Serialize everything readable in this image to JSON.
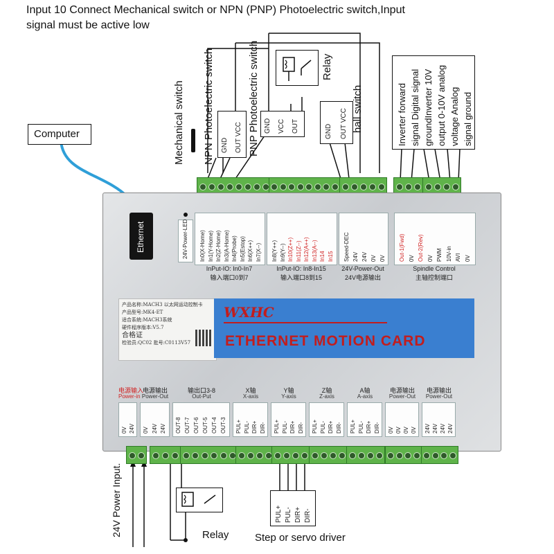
{
  "top_note": {
    "line1": "Input 10 Connect Mechanical switch or NPN (PNP) Photoelectric switch,Input",
    "line2": "signal must be active low"
  },
  "computer_label": "Computer",
  "mechanical_switch_label": "Mechanical switch",
  "npn_label": "NPN Photoelectric switch",
  "pnp_label": "PNP Photoelectric switch",
  "relay_label_top": "Relay",
  "hall_label": "hall switch",
  "sensor_pins": {
    "npn": [
      "GND",
      "OUT VCC"
    ],
    "pnp": [
      "GND",
      "VCC",
      "OUT"
    ],
    "hall": [
      "GND",
      "OUT VCC"
    ]
  },
  "spindle_notes": [
    "Inverter forward",
    "signal Digital signal",
    "groundInverter 10V",
    "output 0-10V analog",
    "voltage Analog",
    "signal ground"
  ],
  "board": {
    "ethernet": "Ethernet",
    "power_led": "24V-Power-LED",
    "inputs_a": [
      "In0(X-Home)",
      "In1(Y-Home)",
      "In2(Z-Home)",
      "In3(A-Home)",
      "In4(Probe)",
      "In5(Estop)",
      "In6(X++)",
      "In7(X--)"
    ],
    "inputs_a_title": "InPut-IO: In0-In7",
    "inputs_a_cn": "输入端口0到7",
    "inputs_b": [
      "In8(Y++)",
      "In9(Y--)",
      "In10(Z++)",
      "In11(Z--)",
      "In12(A++)",
      "In13(A--)",
      "In14",
      "In15"
    ],
    "inputs_b_title": "InPut-IO: In8-In15",
    "inputs_b_cn": "输入端口8到15",
    "power_out_pins": [
      "Speed-DEC",
      "24V",
      "24V",
      "0V",
      "0V"
    ],
    "power_out_title": "24V-Power-Out",
    "power_out_cn": "24V电源输出",
    "spindle_pins": [
      "Out-1(Fwd)",
      "0V",
      "Out-2(Rev)",
      "0V",
      "PWM",
      "10V-in",
      "AVI",
      "0V"
    ],
    "spindle_title": "Spindle Control",
    "spindle_cn": "主轴控制端口",
    "logo": "WXHC",
    "product_title": "ETHERNET MOTION CARD",
    "cert_lines": [
      "产品名称:MACH3 以太网运动控制卡",
      "产品型号:MK4-ET",
      "适合系统:MACH3系统",
      "硬件程序版本:V5.7",
      "合格证",
      "检验员:QC02 批号:C0113V57"
    ],
    "bottom_groups": [
      {
        "cn": "电源输入",
        "en": "Power-in",
        "pins": [
          "0V",
          "24V"
        ]
      },
      {
        "cn": "电源输出",
        "en": "Power-Out",
        "pins": [
          "0V",
          "24V",
          "24V"
        ]
      },
      {
        "cn": "输出口3-8",
        "en": "Out-Put",
        "pins": [
          "OUT-8",
          "OUT-7",
          "OUT-6",
          "OUT-5",
          "OUT-4",
          "OUT-3"
        ]
      },
      {
        "cn": "X轴",
        "en": "X-axis",
        "pins": [
          "PUL+",
          "PUL-",
          "DIR+",
          "DIR-"
        ]
      },
      {
        "cn": "Y轴",
        "en": "Y-axis",
        "pins": [
          "PUL+",
          "PUL-",
          "DIR+",
          "DIR-"
        ]
      },
      {
        "cn": "Z轴",
        "en": "Z-axis",
        "pins": [
          "PUL+",
          "PUL-",
          "DIR+",
          "DIR-"
        ]
      },
      {
        "cn": "A轴",
        "en": "A-axis",
        "pins": [
          "PUL+",
          "PUL-",
          "DIR+",
          "DIR-"
        ]
      },
      {
        "cn": "电源输出",
        "en": "Power-Out",
        "pins": [
          "0V",
          "0V",
          "0V",
          "0V"
        ]
      },
      {
        "cn": "电源输出",
        "en": "Power-Out",
        "pins": [
          "24V",
          "24V",
          "24V",
          "24V"
        ]
      }
    ]
  },
  "power_input_label": "24V Power Input.",
  "relay_label_bottom": "Relay",
  "driver_pins": [
    "PUL+",
    "PUL-",
    "DIR+",
    "DIR-"
  ],
  "driver_label": "Step or servo driver"
}
